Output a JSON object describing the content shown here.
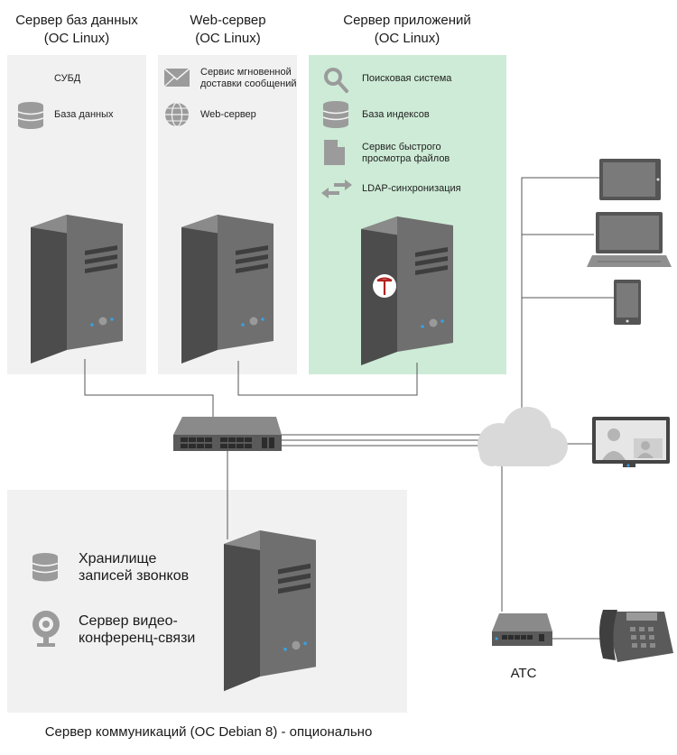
{
  "columns": [
    {
      "title_line1": "Сервер баз данных",
      "title_line2": "(ОС Linux)",
      "services": [
        "СУБД",
        "База данных"
      ]
    },
    {
      "title_line1": "Web-сервер",
      "title_line2": "(ОС Linux)",
      "services": [
        "Сервис мгновенной",
        "доставки сообщений",
        "Web-сервер"
      ]
    },
    {
      "title_line1": "Сервер приложений",
      "title_line2": "(ОС Linux)",
      "services": [
        "Поисковая система",
        "База индексов",
        "Сервис быстрого",
        "просмотра файлов",
        "LDAP-синхронизация"
      ]
    }
  ],
  "communications": {
    "storage_line1": "Хранилище",
    "storage_line2": "записей звонков",
    "video_line1": "Сервер видео-",
    "video_line2": "конференц-связи",
    "caption": "Сервер коммуникаций (ОС Debian 8) - опционально"
  },
  "pbx_label": "АТС",
  "colors": {
    "panel_gray": "#f1f1f1",
    "panel_green": "#cdebd6",
    "server_gray": "#6f6f6f",
    "accent_red": "#b22222",
    "led_blue": "#3aa0e0"
  }
}
